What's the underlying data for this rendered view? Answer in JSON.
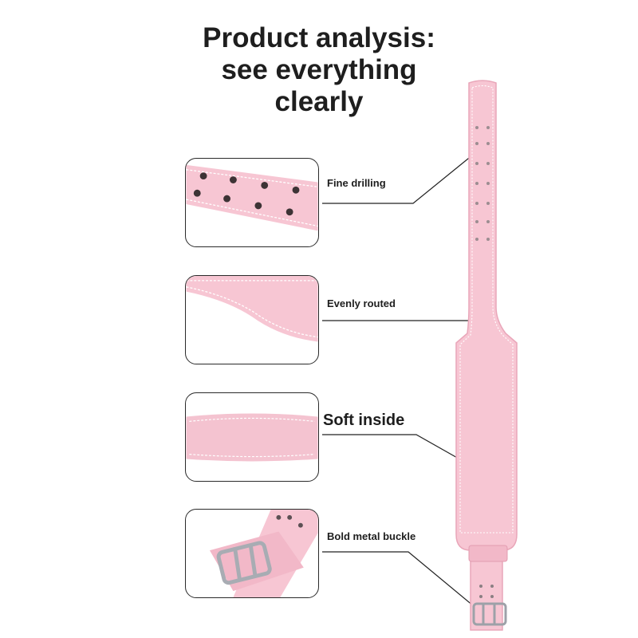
{
  "title": {
    "line1": "Product analysis:",
    "line2": "see everything",
    "line3": "clearly"
  },
  "features": [
    {
      "label": "Fine drilling",
      "icon": "belt-holes-closeup"
    },
    {
      "label": "Evenly routed",
      "icon": "belt-edge-stitching-closeup"
    },
    {
      "label": "Soft inside",
      "icon": "belt-inner-lining-closeup"
    },
    {
      "label": "Bold metal buckle",
      "icon": "belt-buckle-closeup"
    }
  ],
  "colors": {
    "belt_pink": "#f7c6d3",
    "belt_pink_dark": "#e9a6b9",
    "stitch": "#ffffff",
    "metal": "#b9bcc2",
    "text": "#1e1e1e"
  }
}
